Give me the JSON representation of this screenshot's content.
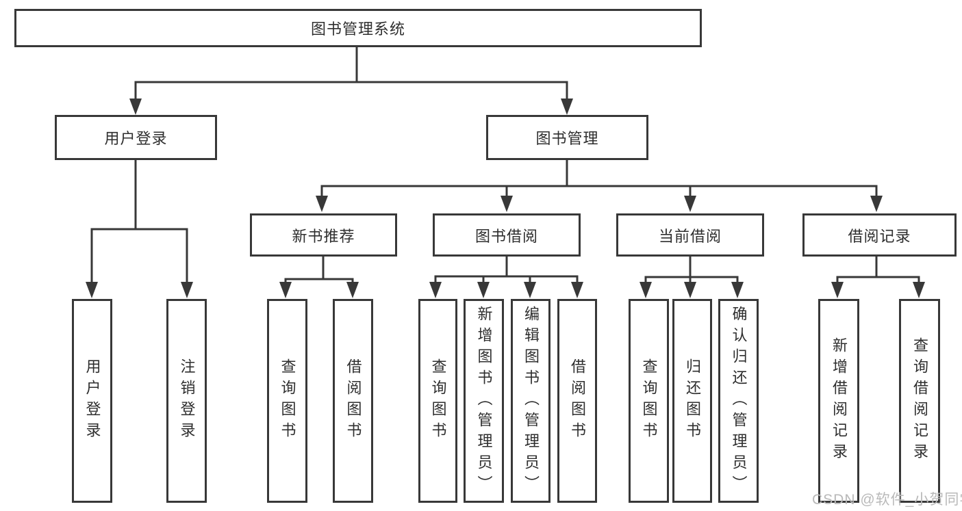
{
  "diagram": {
    "title": "图书管理系统",
    "root": {
      "label": "图书管理系统"
    },
    "level2": [
      {
        "label": "用户登录"
      },
      {
        "label": "图书管理"
      }
    ],
    "level3": [
      {
        "label": "新书推荐"
      },
      {
        "label": "图书借阅"
      },
      {
        "label": "当前借阅"
      },
      {
        "label": "借阅记录"
      }
    ],
    "leaves": {
      "user_login": [
        "用户登录",
        "注销登录"
      ],
      "new_book": [
        "查询图书",
        "借阅图书"
      ],
      "book_borrow": [
        "查询图书",
        "新增图书（管理员）",
        "编辑图书（管理员）",
        "借阅图书"
      ],
      "current_borrow": [
        "查询图书",
        "归还图书",
        "确认归还（管理员）"
      ],
      "borrow_record": [
        "新增借阅记录",
        "查询借阅记录"
      ]
    },
    "colors": {
      "line": "#383838",
      "text": "#2e2e2e",
      "background": "#ffffff",
      "watermark": "#b9b9b9"
    }
  },
  "watermark": {
    "text": "CSDN @软件_小贺同学"
  }
}
